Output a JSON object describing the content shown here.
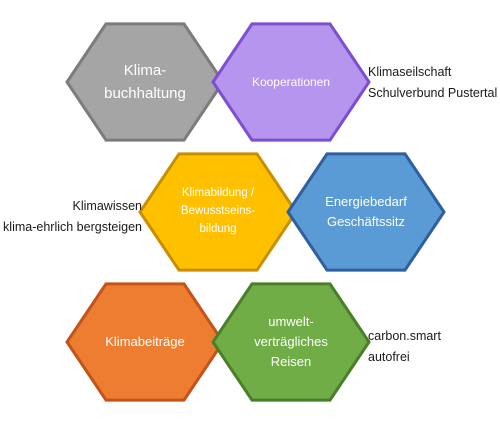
{
  "hexagons": [
    {
      "id": "klimabuchhaltung",
      "label": "Klima-\nbuchhaltung",
      "fill": "#a5a5a5",
      "stroke": "#7c7c7c"
    },
    {
      "id": "kooperationen",
      "label": "Kooperationen",
      "fill": "#b695ef",
      "stroke": "#7b4fcf"
    },
    {
      "id": "klimabildung",
      "label": "Klimabildung /\nBewusstseins-\nbildung",
      "fill": "#ffc000",
      "stroke": "#c98f00"
    },
    {
      "id": "energiebedarf",
      "label": "Energiebedarf\nGeschäftssitz",
      "fill": "#5b9bd5",
      "stroke": "#2e5f9e"
    },
    {
      "id": "klimabeitraege",
      "label": "Klimabeiträge",
      "fill": "#ed7d31",
      "stroke": "#c4531a"
    },
    {
      "id": "reisen",
      "label": "umwelt-\nverträgliches\nReisen",
      "fill": "#70ad47",
      "stroke": "#4a7f2a"
    }
  ],
  "side_labels": {
    "kooperationen": [
      "Klimaseilschaft",
      "Schulverbund Pustertal"
    ],
    "klimabildung": [
      "Klimawissen",
      "klima-ehrlich bergsteigen"
    ],
    "reisen": [
      "carbon.smart",
      "autofrei"
    ]
  }
}
